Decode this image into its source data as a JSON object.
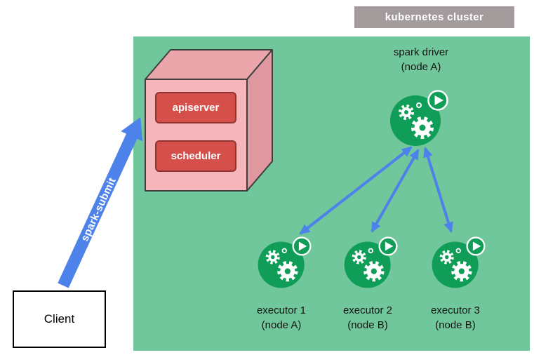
{
  "cluster": {
    "label": "kubernetes cluster"
  },
  "control_plane": {
    "components": [
      {
        "label": "apiserver"
      },
      {
        "label": "scheduler"
      }
    ]
  },
  "driver": {
    "title": "spark driver",
    "subtitle": "(node A)"
  },
  "executors": [
    {
      "title": "executor 1",
      "subtitle": "(node A)"
    },
    {
      "title": "executor 2",
      "subtitle": "(node B)"
    },
    {
      "title": "executor 3",
      "subtitle": "(node B)"
    }
  ],
  "client": {
    "label": "Client"
  },
  "arrows": {
    "spark_submit_label": "spark-submit"
  },
  "colors": {
    "cluster_bg": "#6fc79b",
    "cluster_badge_bg": "#a49c9c",
    "pod_icon_green": "#0f9d58",
    "arrow_blue": "#4d82ea",
    "cube_front": "#f4b6ba",
    "cube_top": "#eba6ac",
    "cube_side": "#df98a0",
    "component_red": "#d5504b"
  }
}
